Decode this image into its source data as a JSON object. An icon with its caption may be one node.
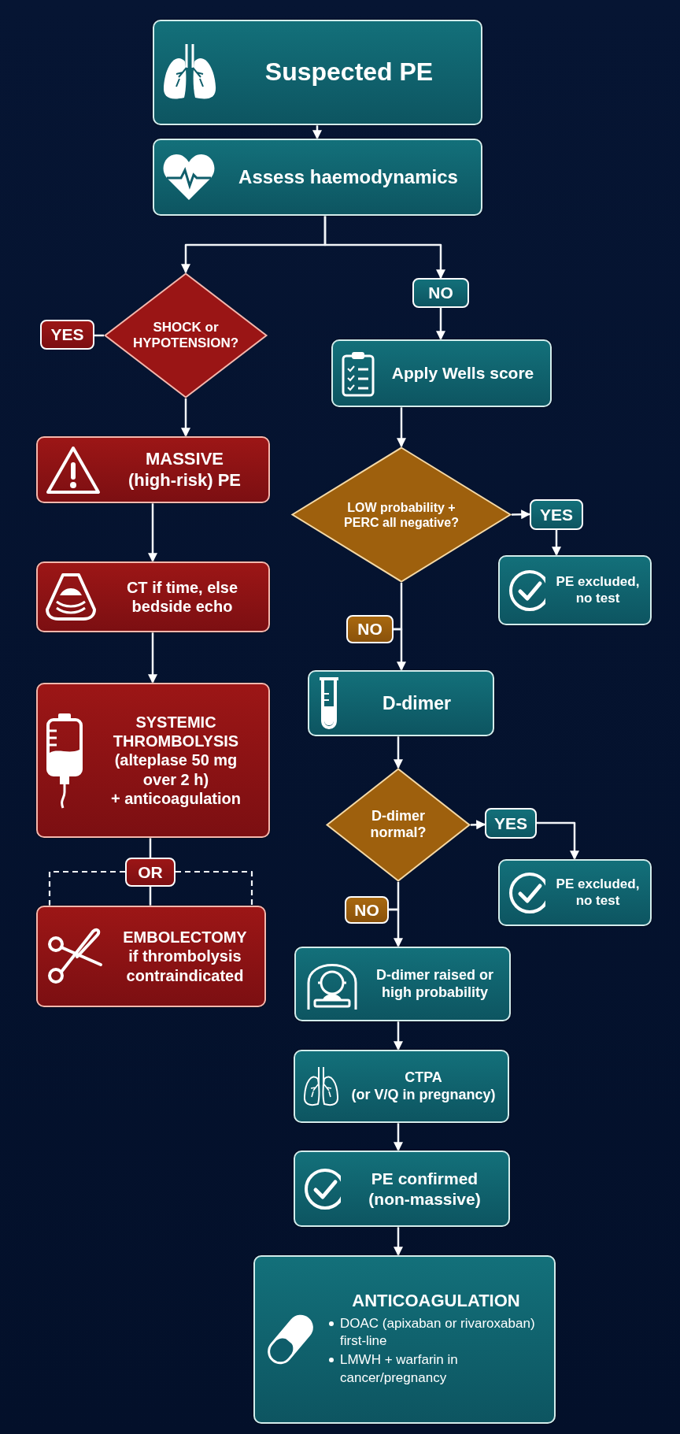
{
  "diagram": {
    "nodes": [
      {
        "text": [
          "Suspected PE"
        ]
      },
      {
        "text": [
          "Assess haemodynamics"
        ]
      },
      {
        "text": [
          "SHOCK or HYPOTENSION?"
        ]
      },
      {
        "text": [
          "YES"
        ]
      },
      {
        "text": [
          "NO"
        ]
      },
      {
        "text": [
          "Apply Wells score"
        ]
      },
      {
        "text": [
          "MASSIVE",
          "(high-risk) PE"
        ]
      },
      {
        "text": [
          "CT if time, else bedside echo"
        ]
      },
      {
        "text": [
          "SYSTEMIC THROMBOLYSIS",
          "(alteplase 50 mg over 2 h)",
          "+ anticoagulation"
        ]
      },
      {
        "text": [
          "OR"
        ]
      },
      {
        "text": [
          "EMBOLECTOMY",
          "if thrombolysis contraindicated"
        ]
      },
      {
        "text": [
          "LOW probability + PERC all negative?"
        ]
      },
      {
        "text": [
          "YES"
        ]
      },
      {
        "text": [
          "PE excluded, no test"
        ]
      },
      {
        "text": [
          "NO"
        ]
      },
      {
        "text": [
          "D-dimer"
        ]
      },
      {
        "text": [
          "D-dimer normal?"
        ]
      },
      {
        "text": [
          "YES"
        ]
      },
      {
        "text": [
          "PE excluded, no test"
        ]
      },
      {
        "text": [
          "NO"
        ]
      },
      {
        "text": [
          "D-dimer raised or high probability"
        ]
      },
      {
        "text": [
          "CTPA",
          "(or V/Q in pregnancy)"
        ]
      },
      {
        "text": [
          "PE confirmed",
          "(non-massive)"
        ]
      },
      {
        "text": [
          "ANTICOAGULATION",
          "DOAC (apixaban or rivaroxaban) first-line",
          "LMWH + warfarin in cancer/pregnancy"
        ]
      }
    ],
    "edges": [
      {
        "from": 0,
        "to": 1,
        "arrow": "to"
      },
      {
        "from": 1,
        "to": 2,
        "arrow": "to"
      },
      {
        "from": 1,
        "to": 4,
        "arrow": "to"
      },
      {
        "from": 4,
        "to": 5,
        "arrow": "to"
      },
      {
        "from": 2,
        "to": 3,
        "arrow": "none"
      },
      {
        "from": 2,
        "to": 6,
        "arrow": "to"
      },
      {
        "from": 6,
        "to": 7,
        "arrow": "to"
      },
      {
        "from": 7,
        "to": 8,
        "arrow": "to"
      },
      {
        "from": 8,
        "to": 9,
        "arrow": "none"
      },
      {
        "from": 9,
        "to": 10,
        "arrow": "none"
      },
      {
        "from": 9,
        "to": 10,
        "arrow": "none",
        "style": "dashed"
      },
      {
        "from": 9,
        "to": 10,
        "arrow": "none",
        "style": "dashed"
      },
      {
        "from": 5,
        "to": 11,
        "arrow": "to"
      },
      {
        "from": 11,
        "to": 12,
        "arrow": "to"
      },
      {
        "from": 12,
        "to": 13,
        "arrow": "to"
      },
      {
        "from": 11,
        "to": 14,
        "arrow": "none"
      },
      {
        "from": 14,
        "to": 15,
        "arrow": "to"
      },
      {
        "from": 15,
        "to": 16,
        "arrow": "to"
      },
      {
        "from": 16,
        "to": 17,
        "arrow": "to"
      },
      {
        "from": 17,
        "to": 18,
        "arrow": "to"
      },
      {
        "from": 16,
        "to": 19,
        "arrow": "none"
      },
      {
        "from": 19,
        "to": 20,
        "arrow": "to"
      },
      {
        "from": 20,
        "to": 21,
        "arrow": "to"
      },
      {
        "from": 21,
        "to": 22,
        "arrow": "to"
      },
      {
        "from": 22,
        "to": 23,
        "arrow": "to"
      }
    ]
  }
}
